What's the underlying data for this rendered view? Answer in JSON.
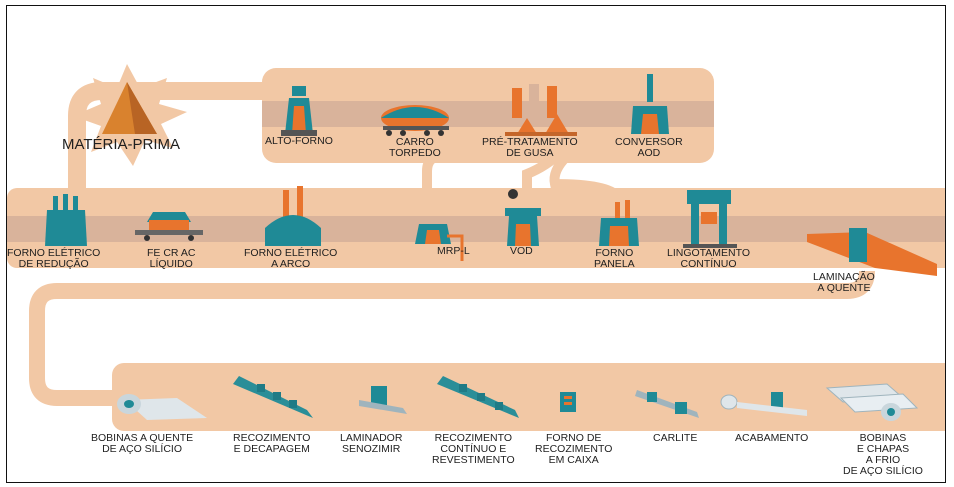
{
  "colors": {
    "band": "#f2c8a5",
    "band_dark": "#e6b48c",
    "stripe": "#d7b49c",
    "teal": "#1f8a96",
    "orange": "#e8742d"
  },
  "labels": {
    "materia_prima": "MATÉRIA-PRIMA",
    "alto_forno": "ALTO-FORNO",
    "carro_torpedo": [
      "CARRO",
      "TORPEDO"
    ],
    "pre_tratamento": [
      "PRÉ-TRATAMENTO",
      "DE GUSA"
    ],
    "conversor_aod": [
      "CONVERSOR",
      "AOD"
    ],
    "forno_eletrico_reducao": [
      "FORNO ELÉTRICO",
      "DE REDUÇÃO"
    ],
    "fe_cr_ac": [
      "Fe Cr Ac",
      "LÍQUIDO"
    ],
    "forno_eletrico_arco": [
      "FORNO ELÉTRICO",
      "A ARCO"
    ],
    "mrp_l": "MRP-L",
    "vod": "VOD",
    "forno_panela": [
      "FORNO",
      "PANELA"
    ],
    "lingotamento": [
      "LINGOTAMENTO",
      "CONTÍNUO"
    ],
    "laminacao": [
      "LAMINAÇÃO",
      "A QUENTE"
    ],
    "bobinas_quente": [
      "BOBINAS A QUENTE",
      "DE AÇO SILÍCIO"
    ],
    "recozimento_decapagem": [
      "RECOZIMENTO",
      "E DECAPAGEM"
    ],
    "laminador": [
      "LAMINADOR",
      "SENOZIMIR"
    ],
    "recozimento_continuo": [
      "RECOZIMENTO",
      "CONTÍNUO E",
      "REVESTIMENTO"
    ],
    "forno_recozimento": [
      "FORNO DE",
      "RECOZIMENTO",
      "EM CAIXA"
    ],
    "carlite": "CARLITE",
    "acabamento": "ACABAMENTO",
    "bobinas_frio": [
      "BOBINAS",
      "E CHAPAS",
      "A FRIO",
      "DE AÇO SILÍCIO"
    ]
  }
}
